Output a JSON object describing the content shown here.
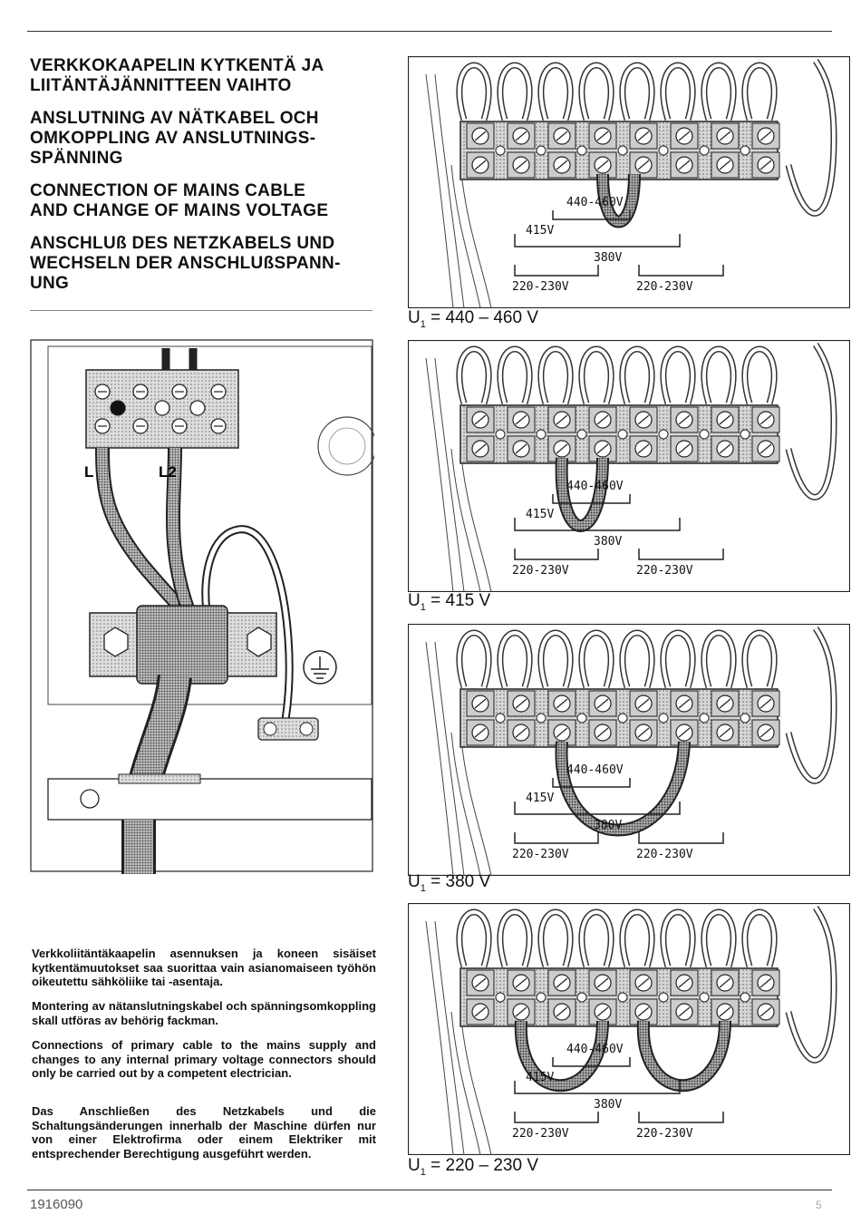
{
  "headings": [
    [
      "VERKKOKAAPELIN KYTKENTÄ JA",
      "LIITÄNTÄJÄNNITTEEN VAIHTO"
    ],
    [
      "ANSLUTNING AV NÄTKABEL OCH",
      "OMKOPPLING AV ANSLUTNINGS-",
      "SPÄNNING"
    ],
    [
      "CONNECTION OF MAINS CABLE",
      "AND CHANGE OF MAINS VOLTAGE"
    ],
    [
      "ANSCHLUß DES NETZKABELS UND",
      "WECHSELN DER ANSCHLUßSPANN-",
      "UNG"
    ]
  ],
  "paragraphs": [
    "Verkkoliitäntäkaapelin asennuksen ja koneen sisäiset kytkentämuutokset saa suorittaa vain asianomaiseen työhön oikeutettu sähköliike tai -asentaja.",
    "Montering av nätanslutningskabel och spänningsomkoppling skall utföras av behörig fackman.",
    "Connections of primary cable to the mains supply and changes to any internal primary voltage connectors should only be carried out by a competent electrician.",
    "Das Anschließen des Netzkabels und die Schaltungsänderungen innerhalb der Maschine dürfen nur von einer Elektrofirma oder einem Elektriker mit entsprechender Berechtigung ausgeführt werden."
  ],
  "cable_labels": {
    "l1": "L",
    "l2": "L2"
  },
  "panels": [
    {
      "u_prefix": "U",
      "u_sub": "1",
      "u_value": "= 440 – 460 V",
      "lbl_440": "440-460V",
      "lbl_415": "415V",
      "lbl_380": "380V",
      "lbl_220a": "220-230V",
      "lbl_220b": "220-230V"
    },
    {
      "u_prefix": "U",
      "u_sub": "1",
      "u_value": "= 415 V",
      "lbl_440": "440-460V",
      "lbl_415": "415V",
      "lbl_380": "380V",
      "lbl_220a": "220-230V",
      "lbl_220b": "220-230V"
    },
    {
      "u_prefix": "U",
      "u_sub": "1",
      "u_value": "= 380 V",
      "lbl_440": "440-460V",
      "lbl_415": "415V",
      "lbl_380": "380V",
      "lbl_220a": "220-230V",
      "lbl_220b": "220-230V"
    },
    {
      "u_prefix": "U",
      "u_sub": "1",
      "u_value": "= 220 – 230 V",
      "lbl_440": "440-460V",
      "lbl_415": "415V",
      "lbl_380": "380V",
      "lbl_220a": "220-230V",
      "lbl_220b": "220-230V"
    }
  ],
  "doc_number": "1916090",
  "page_mark": "5"
}
